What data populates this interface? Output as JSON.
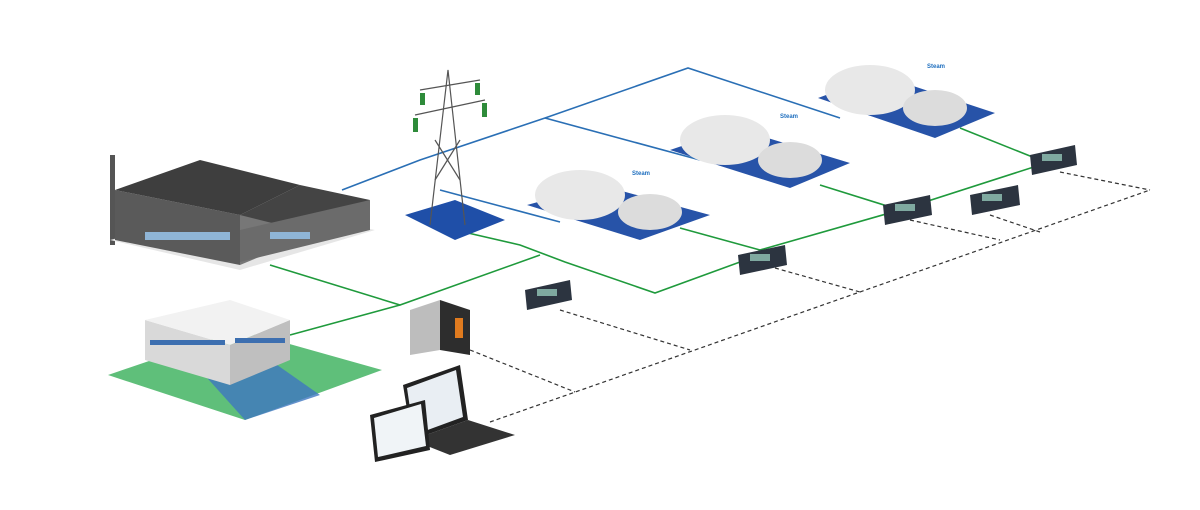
{
  "diagram": {
    "turbines": [
      {
        "steam_label": "Steam"
      },
      {
        "steam_label": "Steam"
      },
      {
        "steam_label": "Steam"
      }
    ],
    "colors": {
      "power_line": "#2a6fb5",
      "control_line": "#1f9a3c",
      "network_line": "#333333",
      "platform": "#2753a8"
    }
  }
}
